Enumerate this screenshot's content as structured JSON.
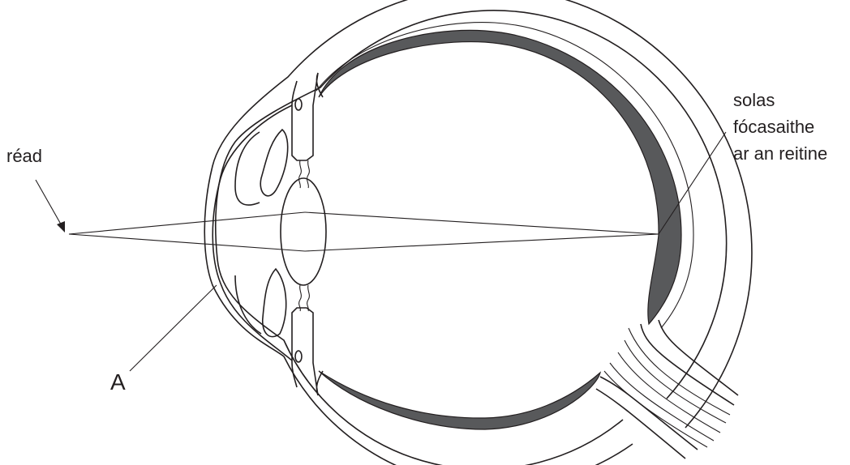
{
  "labels": {
    "object": "réad",
    "focus_line1": "solas",
    "focus_line2": "fócasaithe",
    "focus_line3": "ar an reitine",
    "part_a": "A"
  },
  "colors": {
    "line": "#231f20",
    "retina": "#58595b",
    "background": "#ffffff"
  }
}
